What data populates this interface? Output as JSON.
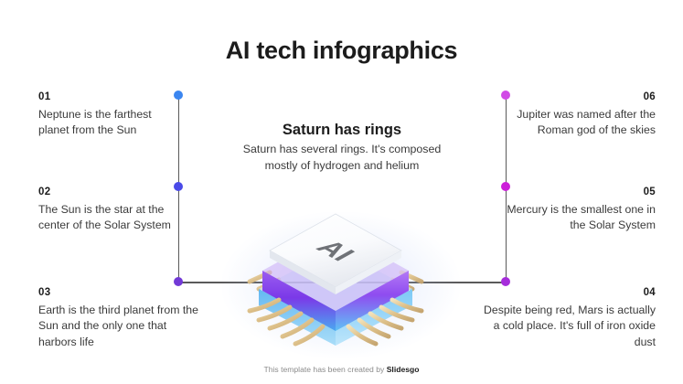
{
  "title": "AI tech infographics",
  "center": {
    "heading": "Saturn has rings",
    "body": "Saturn has several rings. It's composed mostly of hydrogen and helium"
  },
  "chip": {
    "label": "AI",
    "alt": "ai-chip-illustration"
  },
  "items": {
    "left": [
      {
        "num": "01",
        "text": "Neptune is the farthest planet from the Sun",
        "color": "#3b86f0"
      },
      {
        "num": "02",
        "text": "The Sun is the star at the center of the Solar System",
        "color": "#4a4ae8"
      },
      {
        "num": "03",
        "text": "Earth is the third planet from the Sun and the only one that harbors life",
        "color": "#7239d6"
      }
    ],
    "right": [
      {
        "num": "06",
        "text": "Jupiter was named after the Roman god of the skies",
        "color": "#d14ae6"
      },
      {
        "num": "05",
        "text": "Mercury is the smallest one in the Solar System",
        "color": "#cc1fd9"
      },
      {
        "num": "04",
        "text": "Despite being red, Mars is actually a cold place. It's full of iron oxide dust",
        "color": "#a62ddb"
      }
    ]
  },
  "footer": {
    "prefix": "This template has been created by ",
    "brand": "Slidesgo"
  },
  "colors": {
    "line": "#5a5a5a",
    "text": "#3a3a3a",
    "heading": "#1c1c1c",
    "background": "#ffffff"
  }
}
